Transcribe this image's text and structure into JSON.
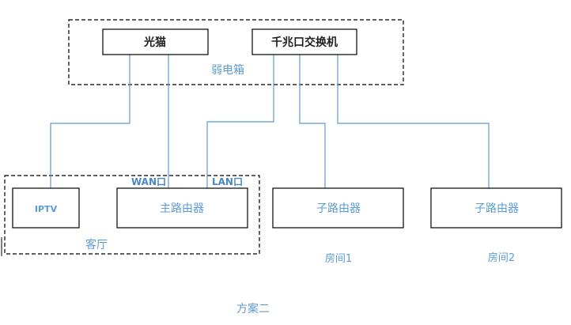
{
  "nodes": {
    "modem": "光猫",
    "switch": "千兆口交换机",
    "iptv": "IPTV",
    "main_router": "主路由器",
    "sub_router_1": "子路由器",
    "sub_router_2": "子路由器"
  },
  "ports": {
    "wan": "WAN口",
    "lan": "LAN口"
  },
  "zones": {
    "weak_box": "弱电箱",
    "living_room": "客厅",
    "room_1": "房间1",
    "room_2": "房间2"
  },
  "caption": "方案二",
  "colors": {
    "wire": "#5b9bd5",
    "box_stroke": "#000000",
    "label_dark": "#1f1f1f",
    "label_blue": "#5b9bd5"
  }
}
